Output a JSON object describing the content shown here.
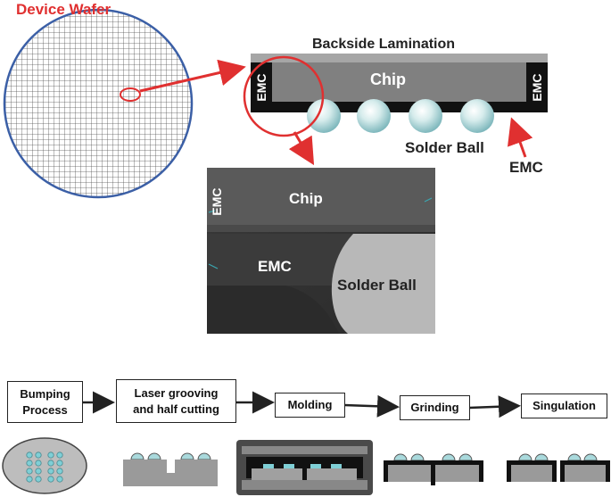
{
  "wafer": {
    "title": "Device Wafer",
    "title_color": "#e03030"
  },
  "package": {
    "lamination_label": "Backside Lamination",
    "chip_label": "Chip",
    "emc_left": "EMC",
    "emc_right": "EMC",
    "solder_label": "Solder Ball",
    "emc_pointer_label": "EMC",
    "accent_color": "#e03030"
  },
  "micrograph": {
    "emc_side": "EMC",
    "chip_label": "Chip",
    "emc_label": "EMC",
    "solder_label": "Solder Ball"
  },
  "process_steps": [
    {
      "label": "Bumping\nProcess"
    },
    {
      "label": "Laser grooving\nand half cutting"
    },
    {
      "label": "Molding"
    },
    {
      "label": "Grinding"
    },
    {
      "label": "Singulation"
    }
  ],
  "icons": [
    "arrow-right-icon"
  ]
}
